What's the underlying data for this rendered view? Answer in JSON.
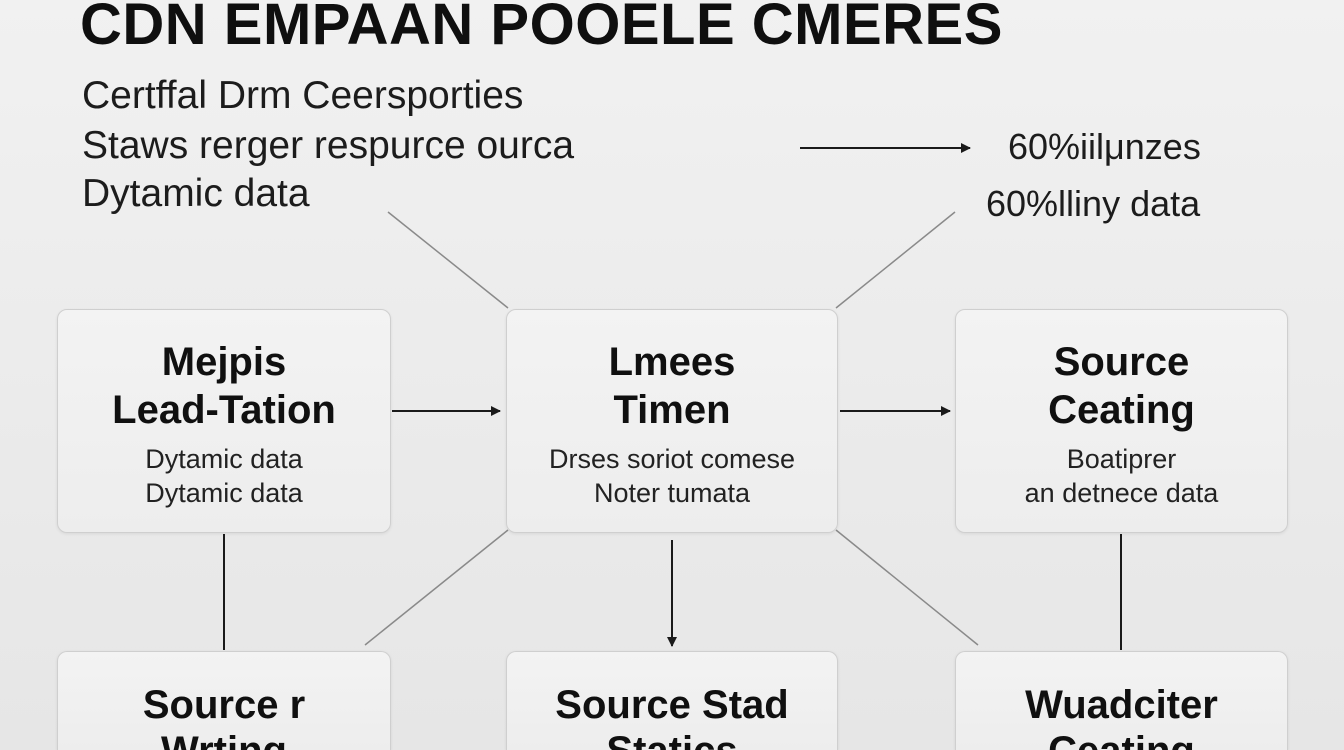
{
  "title": "CDN EMPAAN POOELE CMERES",
  "intro": {
    "lines": [
      "Certffal Drm Ceersporties",
      "Staws rerger respurce ourca",
      "Dytamic data"
    ]
  },
  "stats": {
    "lines": [
      "60%iilμnzes",
      "60%lliny data"
    ]
  },
  "boxes": {
    "left": {
      "title_lines": [
        "Mejpis",
        "Lead-Tation"
      ],
      "text_lines": [
        "Dytamic data",
        "Dytamic data"
      ]
    },
    "center": {
      "title_lines": [
        "Lmees",
        "Timen"
      ],
      "text_lines": [
        "Drses soriot comese",
        "Noter tumata"
      ]
    },
    "right": {
      "title_lines": [
        "Source",
        "Ceating"
      ],
      "text_lines": [
        "Boatiprer",
        "an detnece data"
      ]
    },
    "bottom_left": {
      "title_lines": [
        "Source r",
        "Wrting"
      ]
    },
    "bottom_center": {
      "title_lines": [
        "Source Stad",
        "Statics"
      ]
    },
    "bottom_right": {
      "title_lines": [
        "Wuadciter",
        "Ceating"
      ]
    }
  }
}
